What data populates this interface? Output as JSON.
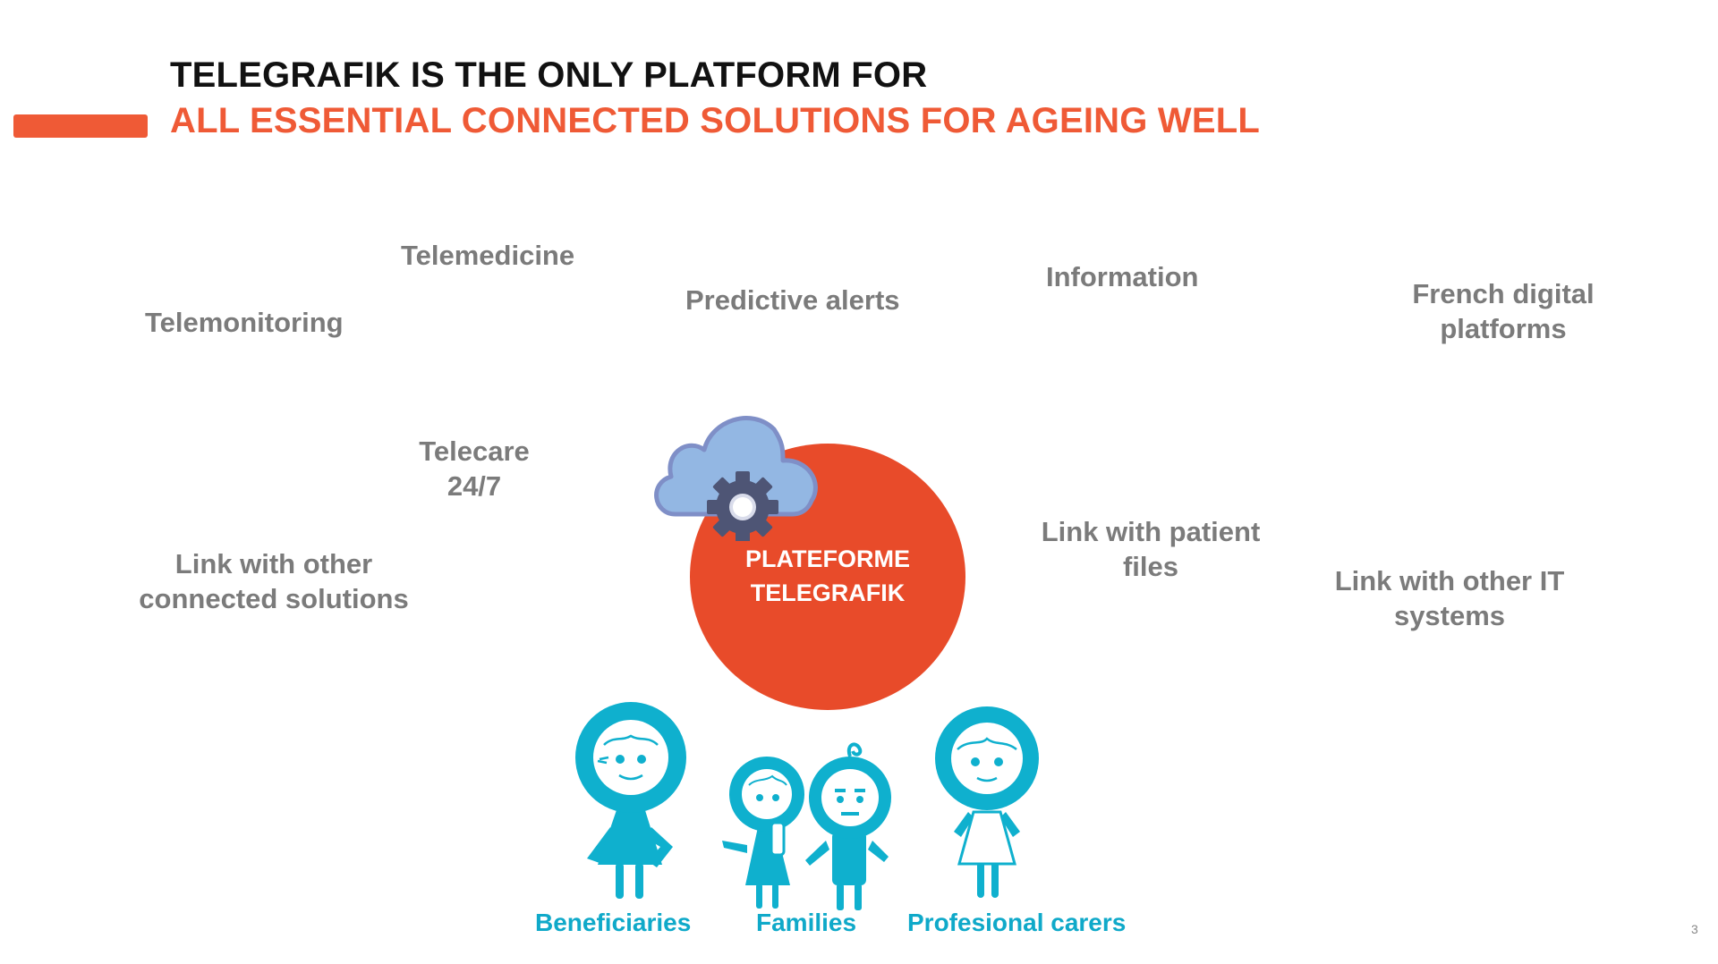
{
  "header": {
    "title_line1": "TELEGRAFIK IS THE ONLY PLATFORM FOR",
    "title_line2": "ALL ESSENTIAL CONNECTED SOLUTIONS FOR AGEING WELL"
  },
  "topics": {
    "telemonitoring": "Telemonitoring",
    "telemedicine": "Telemedicine",
    "predictive_alerts": "Predictive alerts",
    "information": "Information",
    "french_digital_platforms": [
      "French digital",
      "platforms"
    ],
    "telecare": [
      "Telecare",
      "24/7"
    ],
    "link_connected_solutions": [
      "Link with other",
      "connected solutions"
    ],
    "link_patient_files": [
      "Link with patient",
      "files"
    ],
    "link_it_systems": [
      "Link with other IT",
      "systems"
    ]
  },
  "hub": {
    "label": [
      "PLATEFORME",
      "TELEGRAFIK"
    ]
  },
  "groups": {
    "beneficiaries": "Beneficiaries",
    "families": "Families",
    "carers": "Profesional carers"
  },
  "page_number": "3",
  "colors": {
    "accent": "#EF5A36",
    "hub": "#E84B2A",
    "topic_text": "#7B7B7B",
    "people": "#0FA9C9",
    "cloud": "#93B7E3",
    "gear": "#4E5575"
  },
  "icons": [
    "cloud-icon",
    "gear-icon",
    "beneficiary-figure",
    "family-figures",
    "carer-figure"
  ]
}
